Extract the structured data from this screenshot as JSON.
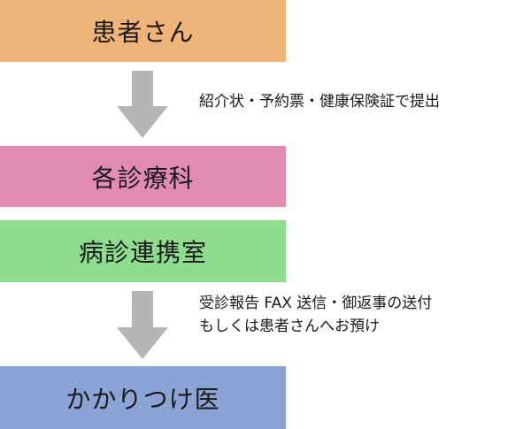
{
  "flow": {
    "nodes": [
      {
        "label": "患者さん",
        "color": "#f0b378"
      },
      {
        "label": "各診療科",
        "color": "#e28cb4"
      },
      {
        "label": "病診連携室",
        "color": "#8edc8e"
      },
      {
        "label": "かかりつけ医",
        "color": "#8ca3d6"
      }
    ],
    "arrow_color": "#b5b5b5",
    "edges": [
      {
        "lines": [
          "紹介状・予約票・健康保険証で提出"
        ]
      },
      {
        "lines": [
          "受診報告 FAX 送信・御返事の送付",
          "もしくは患者さんへお預け"
        ]
      }
    ]
  }
}
